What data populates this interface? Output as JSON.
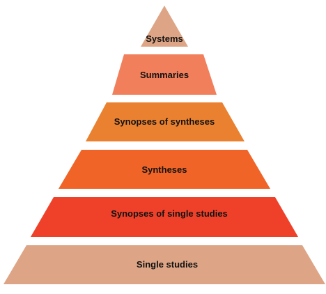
{
  "pyramid": {
    "tiers": [
      {
        "label": "Systems",
        "color": "#DDA586"
      },
      {
        "label": "Summaries",
        "color": "#F27F5B"
      },
      {
        "label": "Synopses of syntheses",
        "color": "#E98130"
      },
      {
        "label": "Syntheses",
        "color": "#F06428"
      },
      {
        "label": "Synopses of single studies",
        "color": "#EF4129"
      },
      {
        "label": "Single studies",
        "color": "#DDA586"
      }
    ]
  }
}
